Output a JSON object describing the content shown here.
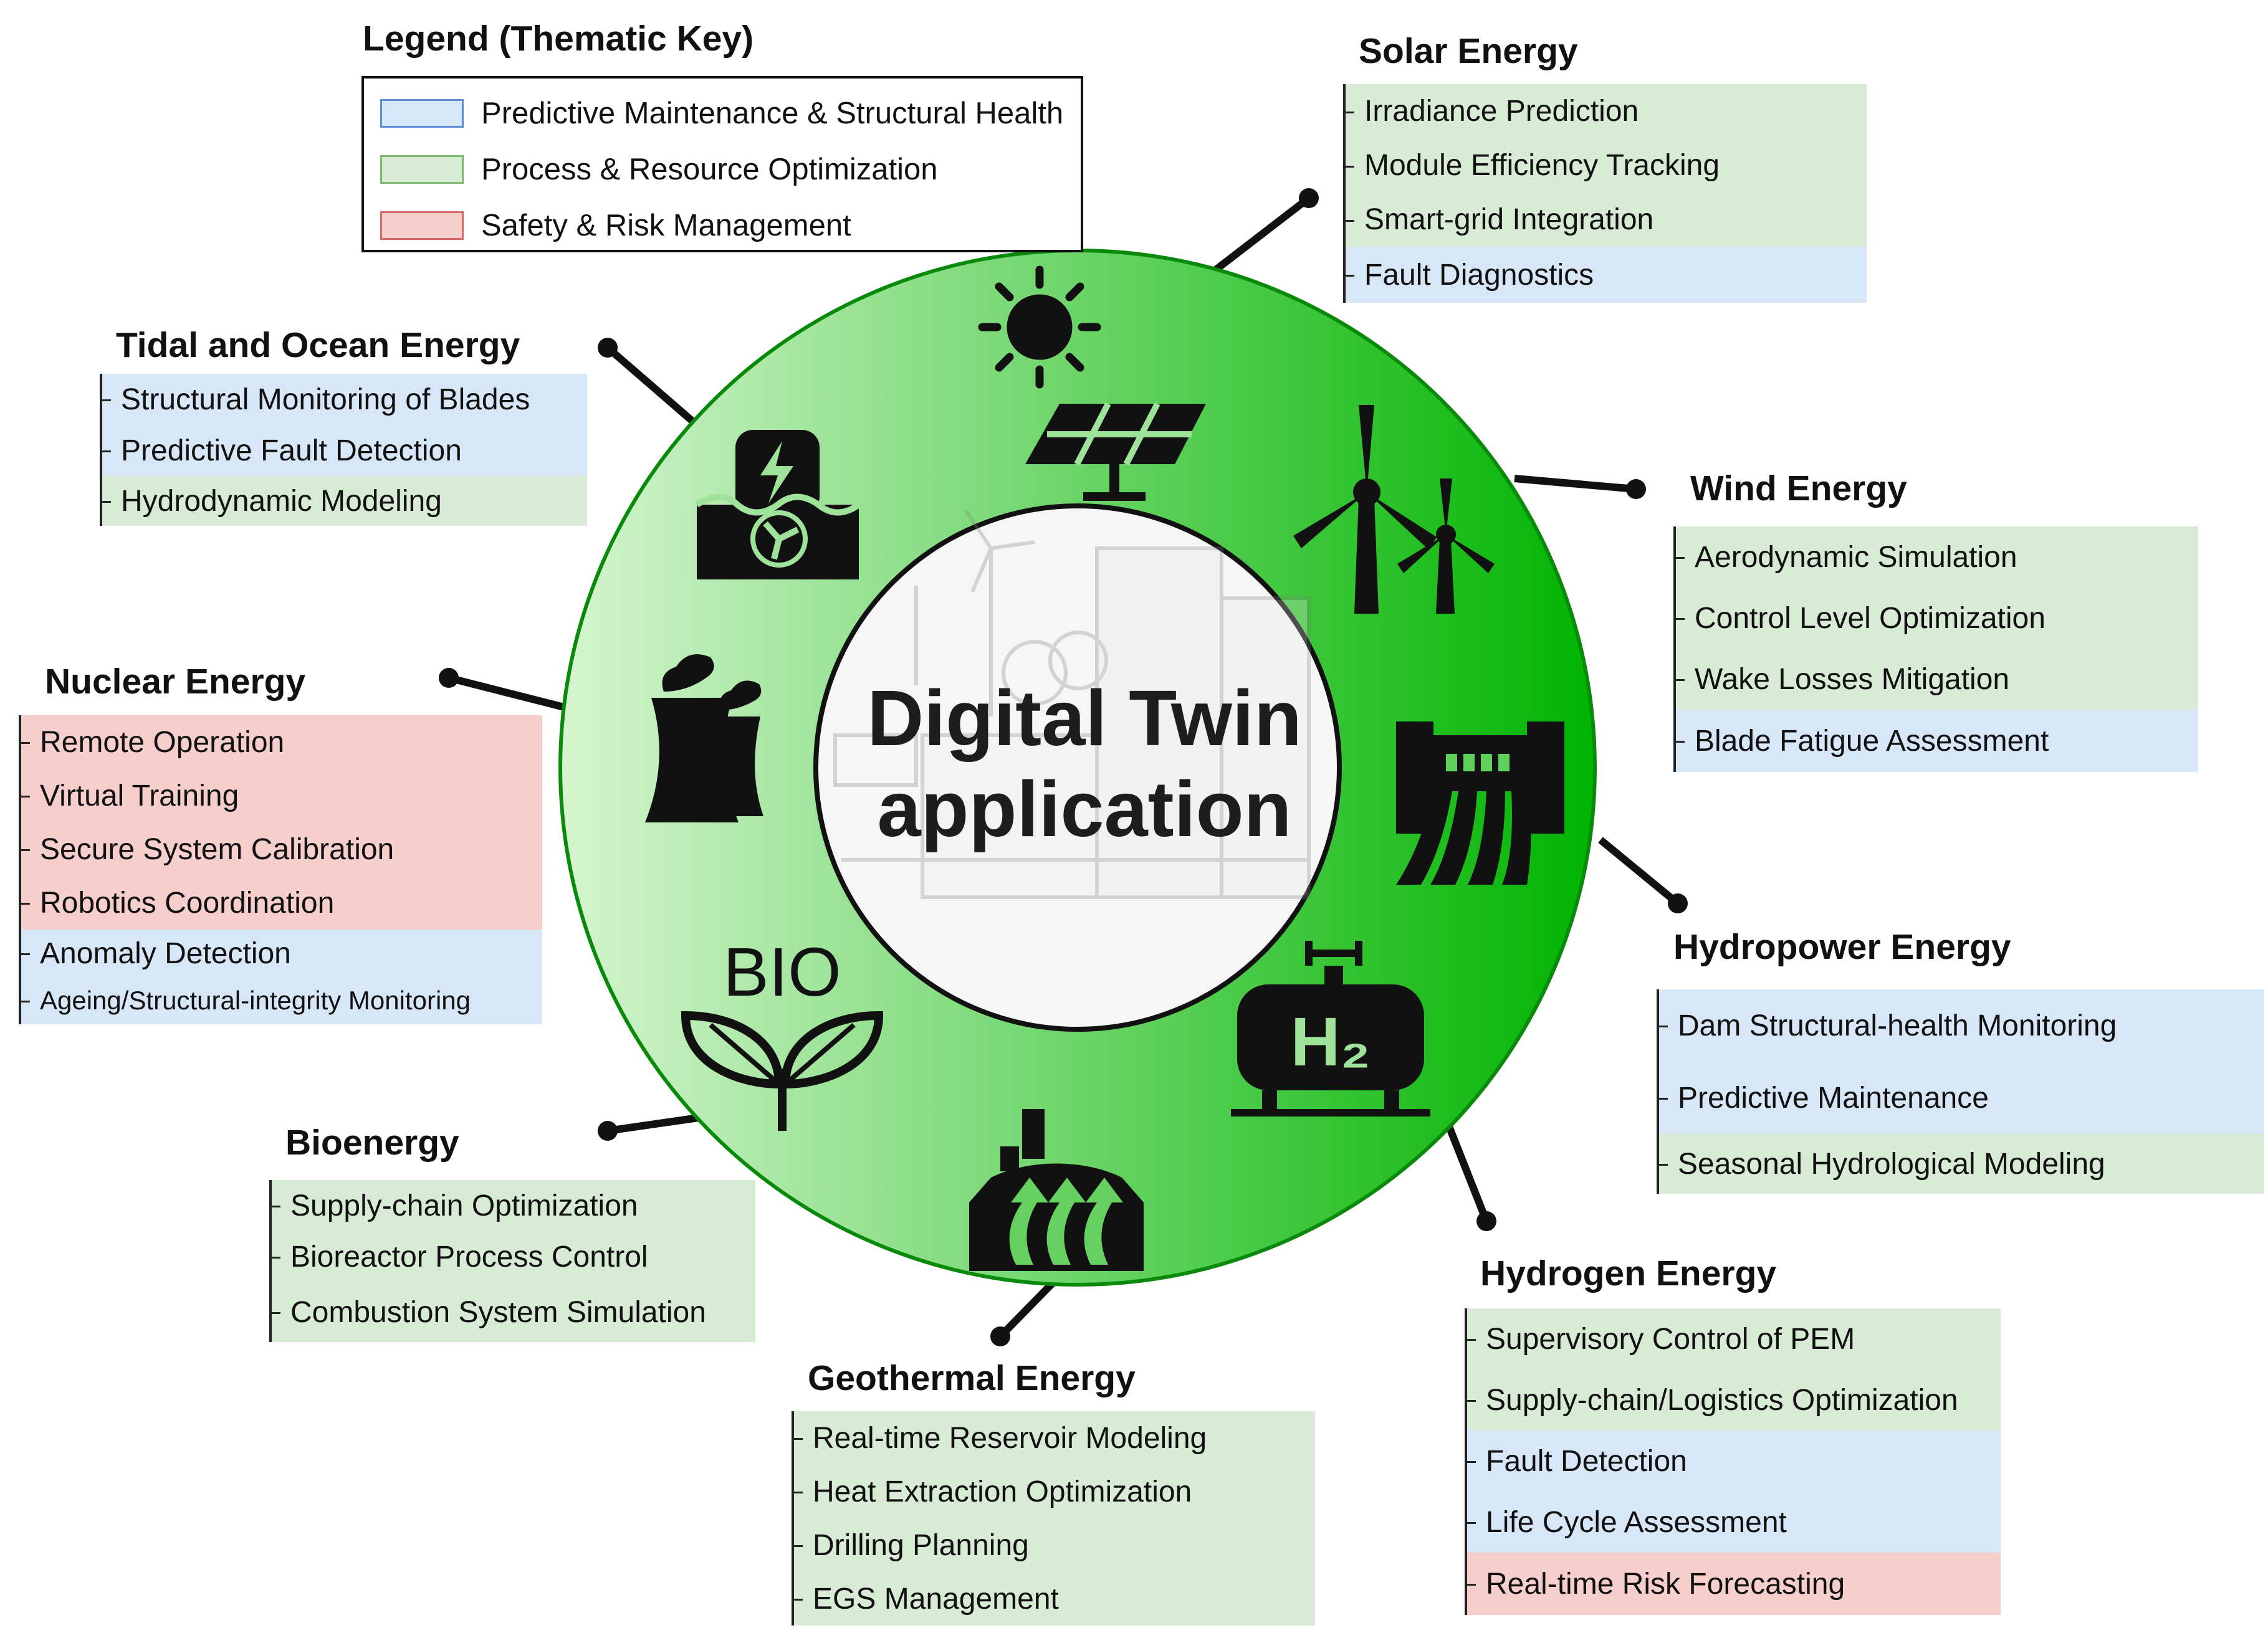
{
  "legend": {
    "title": "Legend (Thematic Key)",
    "items": [
      {
        "label": "Predictive Maintenance & Structural Health",
        "theme": "maintenance",
        "color": "#d8e7f8"
      },
      {
        "label": "Process & Resource Optimization",
        "theme": "optimization",
        "color": "#d8ebd4"
      },
      {
        "label": "Safety & Risk Management",
        "theme": "safety",
        "color": "#f6cfcd"
      }
    ]
  },
  "center": {
    "line1": "Digital Twin",
    "line2": "application",
    "ring_color_light": "#d6f5d0",
    "ring_color_dark": "#00b400"
  },
  "groups": {
    "solar": {
      "title": "Solar Energy",
      "icon": "solar-panel-icon",
      "items": [
        {
          "label": "Irradiance Prediction",
          "theme": "optimization"
        },
        {
          "label": "Module Efficiency Tracking",
          "theme": "optimization"
        },
        {
          "label": "Smart-grid Integration",
          "theme": "optimization"
        },
        {
          "label": "Fault Diagnostics",
          "theme": "maintenance"
        }
      ]
    },
    "wind": {
      "title": "Wind Energy",
      "icon": "wind-turbine-icon",
      "items": [
        {
          "label": "Aerodynamic Simulation",
          "theme": "optimization"
        },
        {
          "label": "Control Level Optimization",
          "theme": "optimization"
        },
        {
          "label": "Wake Losses Mitigation",
          "theme": "optimization"
        },
        {
          "label": "Blade Fatigue Assessment",
          "theme": "maintenance"
        }
      ]
    },
    "hydropower": {
      "title": "Hydropower Energy",
      "icon": "dam-icon",
      "items": [
        {
          "label": "Dam Structural-health Monitoring",
          "theme": "maintenance"
        },
        {
          "label": "Predictive Maintenance",
          "theme": "maintenance"
        },
        {
          "label": "Seasonal Hydrological Modeling",
          "theme": "optimization"
        }
      ]
    },
    "hydrogen": {
      "title": "Hydrogen Energy",
      "icon": "hydrogen-tank-icon",
      "items": [
        {
          "label": "Supervisory Control of PEM",
          "theme": "optimization"
        },
        {
          "label": "Supply-chain/Logistics Optimization",
          "theme": "optimization"
        },
        {
          "label": "Fault Detection",
          "theme": "maintenance"
        },
        {
          "label": "Life Cycle Assessment",
          "theme": "maintenance"
        },
        {
          "label": "Real-time Risk Forecasting",
          "theme": "safety"
        }
      ]
    },
    "geothermal": {
      "title": "Geothermal Energy",
      "icon": "geothermal-icon",
      "items": [
        {
          "label": "Real-time Reservoir Modeling",
          "theme": "optimization"
        },
        {
          "label": "Heat Extraction Optimization",
          "theme": "optimization"
        },
        {
          "label": "Drilling Planning",
          "theme": "optimization"
        },
        {
          "label": "EGS Management",
          "theme": "optimization"
        }
      ]
    },
    "bio": {
      "title": "Bioenergy",
      "icon": "bio-leaves-icon",
      "icon_text": "BIO",
      "items": [
        {
          "label": "Supply-chain Optimization",
          "theme": "optimization"
        },
        {
          "label": "Bioreactor Process Control",
          "theme": "optimization"
        },
        {
          "label": "Combustion System Simulation",
          "theme": "optimization"
        }
      ]
    },
    "nuclear": {
      "title": "Nuclear Energy",
      "icon": "cooling-tower-icon",
      "items": [
        {
          "label": "Remote Operation",
          "theme": "safety"
        },
        {
          "label": "Virtual Training",
          "theme": "safety"
        },
        {
          "label": "Secure System Calibration",
          "theme": "safety"
        },
        {
          "label": "Robotics Coordination",
          "theme": "safety"
        },
        {
          "label": "Anomaly Detection",
          "theme": "maintenance"
        },
        {
          "label": "Ageing/Structural-integrity Monitoring",
          "theme": "maintenance"
        }
      ]
    },
    "tidal": {
      "title": "Tidal and Ocean Energy",
      "icon": "tidal-generator-icon",
      "items": [
        {
          "label": "Structural Monitoring of Blades",
          "theme": "maintenance"
        },
        {
          "label": "Predictive Fault Detection",
          "theme": "maintenance"
        },
        {
          "label": "Hydrodynamic Modeling",
          "theme": "optimization"
        }
      ]
    }
  }
}
